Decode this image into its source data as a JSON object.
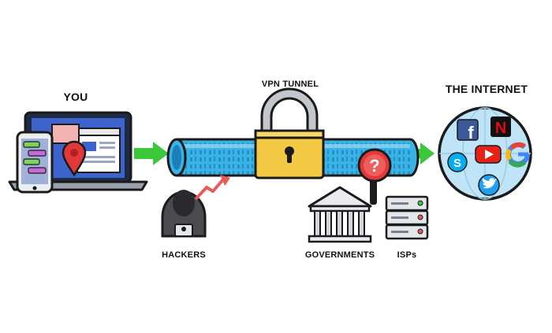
{
  "labels": {
    "you": "YOU",
    "vpn_tunnel": "VPN TUNNEL",
    "the_internet": "THE INTERNET",
    "hackers": "HACKERS",
    "governments": "GOVERNMENTS",
    "isps": "ISPs"
  },
  "internet_services": [
    "facebook-icon",
    "netflix-icon",
    "youtube-icon",
    "google-icon",
    "skype-icon",
    "twitter-icon"
  ],
  "colors": {
    "tunnel": "#39b3e6",
    "tunnel_dark": "#1c7fb8",
    "lock": "#f3c843",
    "arrow": "#3cc83b",
    "danger_arrow": "#e85b57",
    "globe": "#bfe4f7",
    "laptop_screen": "#3d63cc",
    "outline": "#1b1b1b"
  }
}
